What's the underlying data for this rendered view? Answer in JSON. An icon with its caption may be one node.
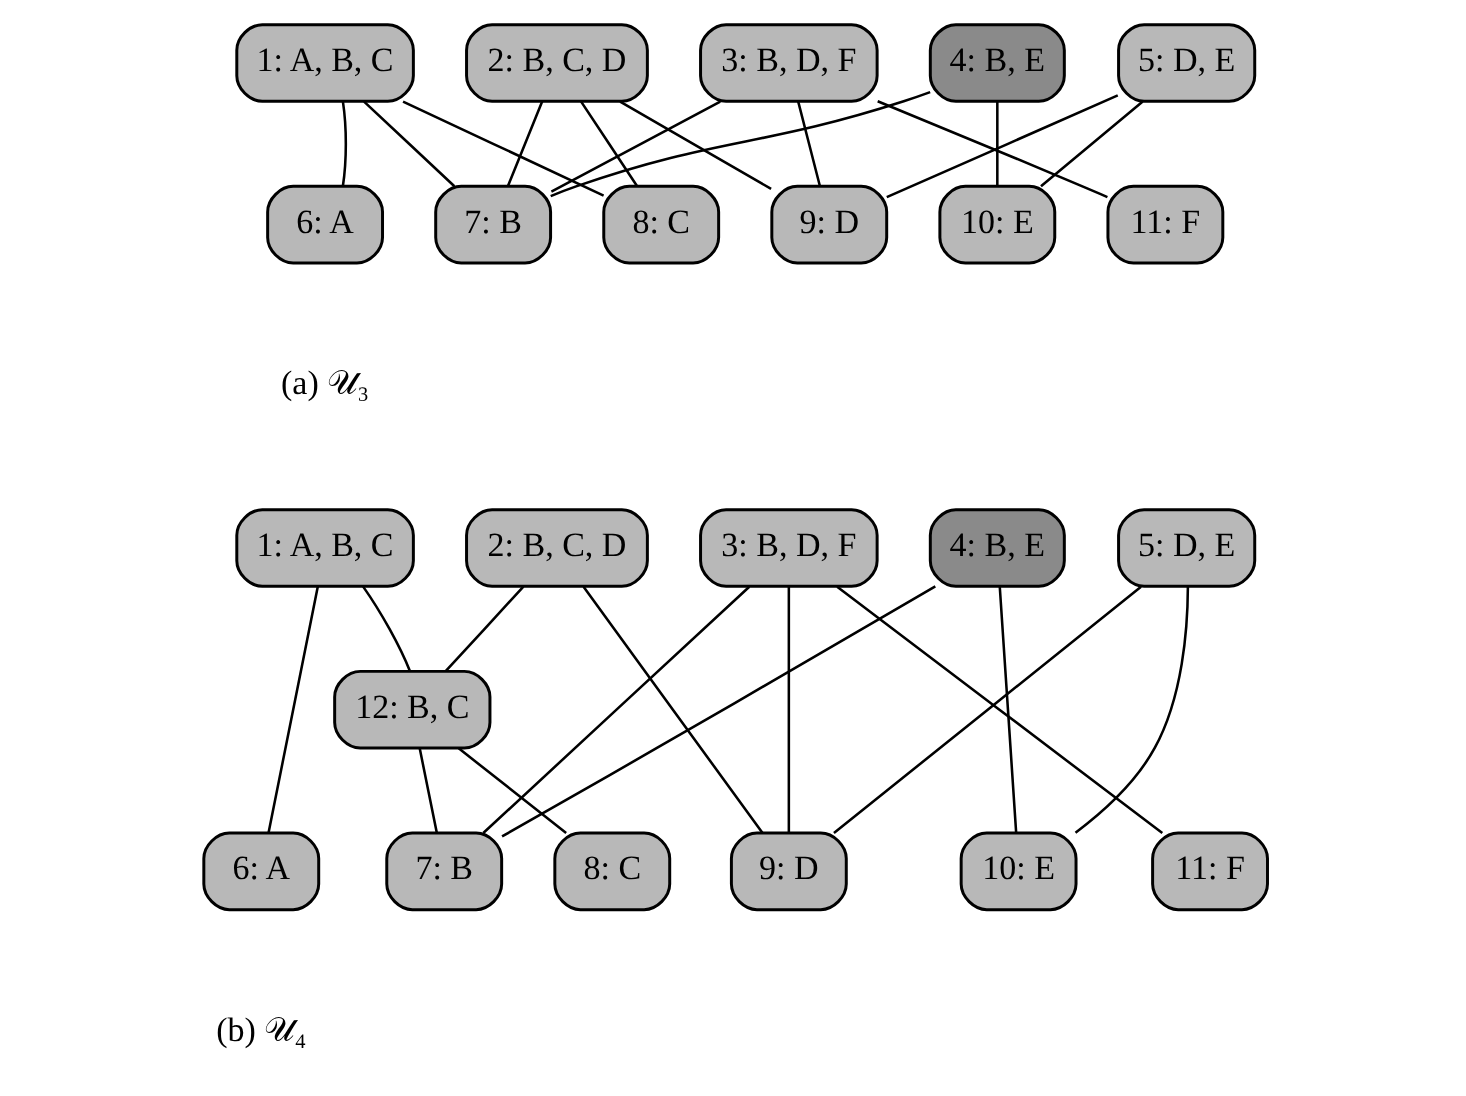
{
  "diagram": {
    "nodes": [
      {
        "text": [
          "1: A, B, C"
        ]
      },
      {
        "text": [
          "2: B, C, D"
        ]
      },
      {
        "text": [
          "3: B, D, F"
        ]
      },
      {
        "text": [
          "4: B, E"
        ]
      },
      {
        "text": [
          "5: D, E"
        ]
      },
      {
        "text": [
          "6: A"
        ]
      },
      {
        "text": [
          "7: B"
        ]
      },
      {
        "text": [
          "8: C"
        ]
      },
      {
        "text": [
          "9: D"
        ]
      },
      {
        "text": [
          "10: E"
        ]
      },
      {
        "text": [
          "11: F"
        ]
      },
      {
        "text": [
          "1: A, B, C"
        ]
      },
      {
        "text": [
          "2: B, C, D"
        ]
      },
      {
        "text": [
          "3: B, D, F"
        ]
      },
      {
        "text": [
          "4: B, E"
        ]
      },
      {
        "text": [
          "5: D, E"
        ]
      },
      {
        "text": [
          "12: B, C"
        ]
      },
      {
        "text": [
          "6: A"
        ]
      },
      {
        "text": [
          "7: B"
        ]
      },
      {
        "text": [
          "8: C"
        ]
      },
      {
        "text": [
          "9: D"
        ]
      },
      {
        "text": [
          "10: E"
        ]
      },
      {
        "text": [
          "11: F"
        ]
      }
    ],
    "edges": [
      {
        "from": 0,
        "to": 5,
        "arrow": "none"
      },
      {
        "from": 0,
        "to": 6,
        "arrow": "none"
      },
      {
        "from": 0,
        "to": 7,
        "arrow": "none"
      },
      {
        "from": 1,
        "to": 6,
        "arrow": "none"
      },
      {
        "from": 1,
        "to": 7,
        "arrow": "none"
      },
      {
        "from": 1,
        "to": 8,
        "arrow": "none"
      },
      {
        "from": 2,
        "to": 6,
        "arrow": "none"
      },
      {
        "from": 2,
        "to": 8,
        "arrow": "none"
      },
      {
        "from": 2,
        "to": 10,
        "arrow": "none"
      },
      {
        "from": 3,
        "to": 6,
        "arrow": "none"
      },
      {
        "from": 3,
        "to": 9,
        "arrow": "none"
      },
      {
        "from": 4,
        "to": 8,
        "arrow": "none"
      },
      {
        "from": 4,
        "to": 9,
        "arrow": "none"
      },
      {
        "from": 11,
        "to": 17,
        "arrow": "none"
      },
      {
        "from": 11,
        "to": 16,
        "arrow": "none"
      },
      {
        "from": 12,
        "to": 16,
        "arrow": "none"
      },
      {
        "from": 12,
        "to": 20,
        "arrow": "none"
      },
      {
        "from": 13,
        "to": 18,
        "arrow": "none"
      },
      {
        "from": 13,
        "to": 20,
        "arrow": "none"
      },
      {
        "from": 13,
        "to": 22,
        "arrow": "none"
      },
      {
        "from": 14,
        "to": 18,
        "arrow": "none"
      },
      {
        "from": 14,
        "to": 21,
        "arrow": "none"
      },
      {
        "from": 15,
        "to": 20,
        "arrow": "none"
      },
      {
        "from": 15,
        "to": 21,
        "arrow": "none"
      },
      {
        "from": 16,
        "to": 18,
        "arrow": "none"
      },
      {
        "from": 16,
        "to": 19,
        "arrow": "none"
      }
    ],
    "labels": [
      "(a) 𝒰₃",
      "(b) 𝒰₄"
    ]
  }
}
